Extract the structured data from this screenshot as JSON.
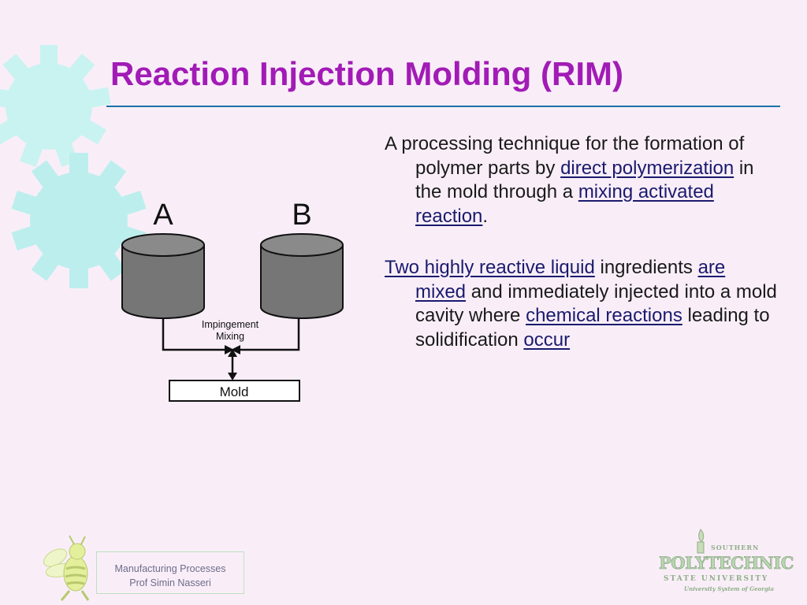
{
  "slide": {
    "title": "Reaction Injection Molding (RIM)"
  },
  "diagram": {
    "tank_a_label": "A",
    "tank_b_label": "B",
    "mixing_label_line1": "Impingement",
    "mixing_label_line2": "Mixing",
    "mold_label": "Mold"
  },
  "body": {
    "p1": {
      "t1": "A processing technique for the formation of polymer parts by ",
      "link1": "direct polymerization",
      "t2": " in the mold through a ",
      "link2": "mixing activated reaction",
      "t3": "."
    },
    "p2": {
      "link1": "Two highly reactive liquid",
      "t1": " ingredients ",
      "link2": "are mixed",
      "t2": " and immediately injected into a mold cavity where ",
      "link3": "chemical reactions",
      "t3": " leading to solidification ",
      "link4": "occur"
    }
  },
  "footer": {
    "line1": "Manufacturing Processes",
    "line2": "Prof Simin Nasseri"
  },
  "logo": {
    "top": "SOUTHERN",
    "main": "POLYTECHNIC",
    "sub": "STATE UNIVERSITY",
    "tagline": "University System of Georgia"
  },
  "colors": {
    "title": "#a21bb6",
    "rule": "#1c70a6",
    "background": "#f9eef8",
    "gear": "#c9f5f2"
  }
}
